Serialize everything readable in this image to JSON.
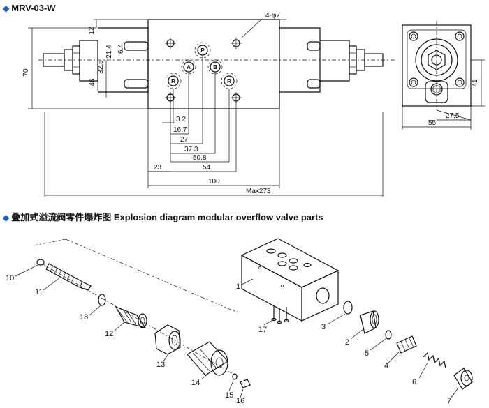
{
  "titles": {
    "model": "MRV-03-W",
    "explosion": "叠加式溢流阀零件爆炸图 Explosion diagram modular overflow valve parts"
  },
  "dimensions": {
    "holes": "4-φ7",
    "d12": "12",
    "d70": "70",
    "d6_4": "6.4",
    "d21_4": "21.4",
    "d32_5": "32.5",
    "d46": "46",
    "d3_2": "3.2",
    "d16_7": "16.7",
    "d27": "27",
    "d37_3": "37.3",
    "d50_8": "50.8",
    "d54": "54",
    "d23": "23",
    "d100": "100",
    "max273": "Max273",
    "d41": "41",
    "d27_5": "27.5",
    "d55": "55"
  },
  "ports": {
    "p": "P",
    "a": "A",
    "b": "B",
    "r": "R"
  },
  "parts": {
    "p1": "1",
    "p2": "2",
    "p3": "3",
    "p4": "4",
    "p5": "5",
    "p6": "6",
    "p7": "7",
    "p10": "10",
    "p11": "11",
    "p12": "12",
    "p13": "13",
    "p14": "14",
    "p15": "15",
    "p16": "16",
    "p17": "17",
    "p18": "18"
  }
}
